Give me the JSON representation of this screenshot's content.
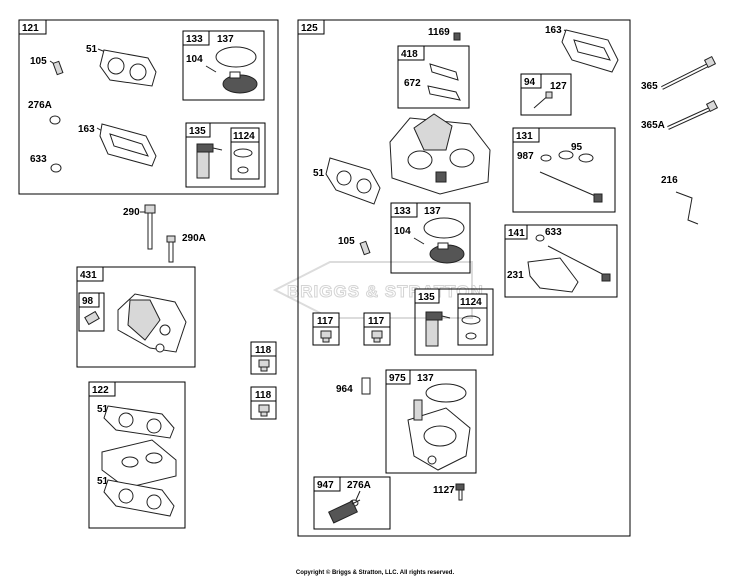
{
  "copyright": "Copyright © Briggs & Stratton, LLC. All rights reserved.",
  "watermark": "BRIGGS & STRATTON",
  "groups": {
    "g121": "121",
    "g133a": "133",
    "g135a": "135",
    "g1124a": "1124",
    "g125": "125",
    "g418": "418",
    "g94": "94",
    "g131": "131",
    "g133b": "133",
    "g141": "141",
    "g135b": "135",
    "g1124b": "1124",
    "g117a": "117",
    "g117b": "117",
    "g975": "975",
    "g947": "947",
    "g431": "431",
    "g98": "98",
    "g118a": "118",
    "g118b": "118",
    "g122": "122"
  },
  "labels": {
    "p51a": "51",
    "p105a": "105",
    "p137a": "137",
    "p104a": "104",
    "p276a1": "276A",
    "p163a": "163",
    "p633a": "633",
    "p290": "290",
    "p290a": "290A",
    "p51c": "51",
    "p51d": "51",
    "p1169": "1169",
    "p163b": "163",
    "p672": "672",
    "p127": "127",
    "p51b": "51",
    "p987": "987",
    "p95": "95",
    "p105b": "105",
    "p137b": "137",
    "p104b": "104",
    "p633b": "633",
    "p231": "231",
    "p964": "964",
    "p137c": "137",
    "p276a2": "276A",
    "p1127": "1127",
    "p365": "365",
    "p365a": "365A",
    "p216": "216"
  }
}
